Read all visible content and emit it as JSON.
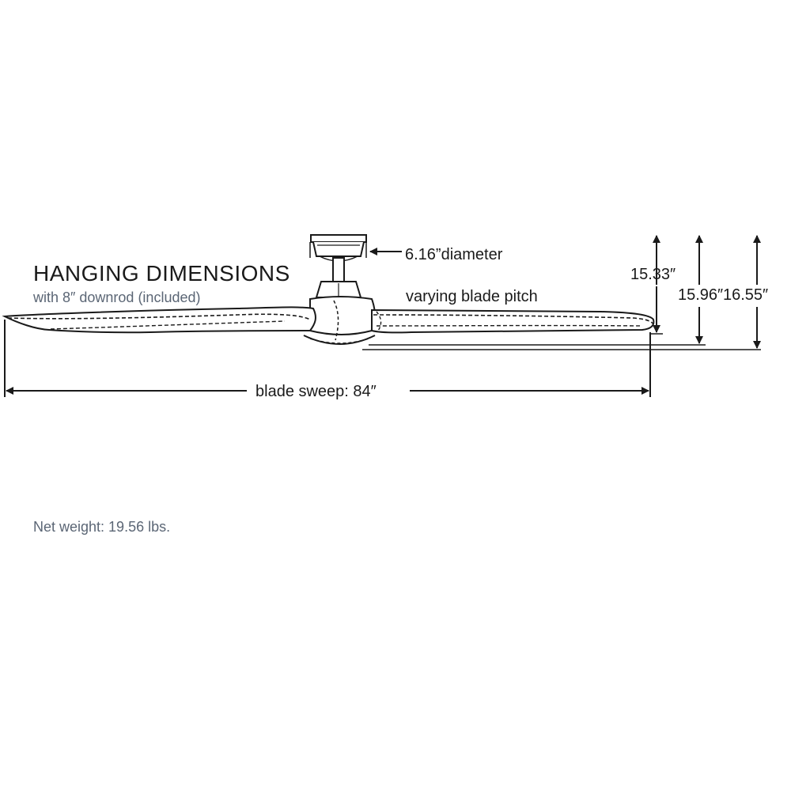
{
  "title": "HANGING DIMENSIONS",
  "subtitle": "with 8″ downrod (included)",
  "labels": {
    "canopy_diameter": "6.16”diameter",
    "blade_pitch": "varying blade pitch",
    "height_1": "15.33″",
    "height_2": "15.96″",
    "height_3": "16.55″",
    "blade_sweep": "blade sweep: 84″"
  },
  "net_weight": "Net weight: 19.56 lbs.",
  "colors": {
    "line": "#1a1a1a",
    "text": "#1a1a1a",
    "muted_text": "#5b6675",
    "background": "#ffffff"
  }
}
